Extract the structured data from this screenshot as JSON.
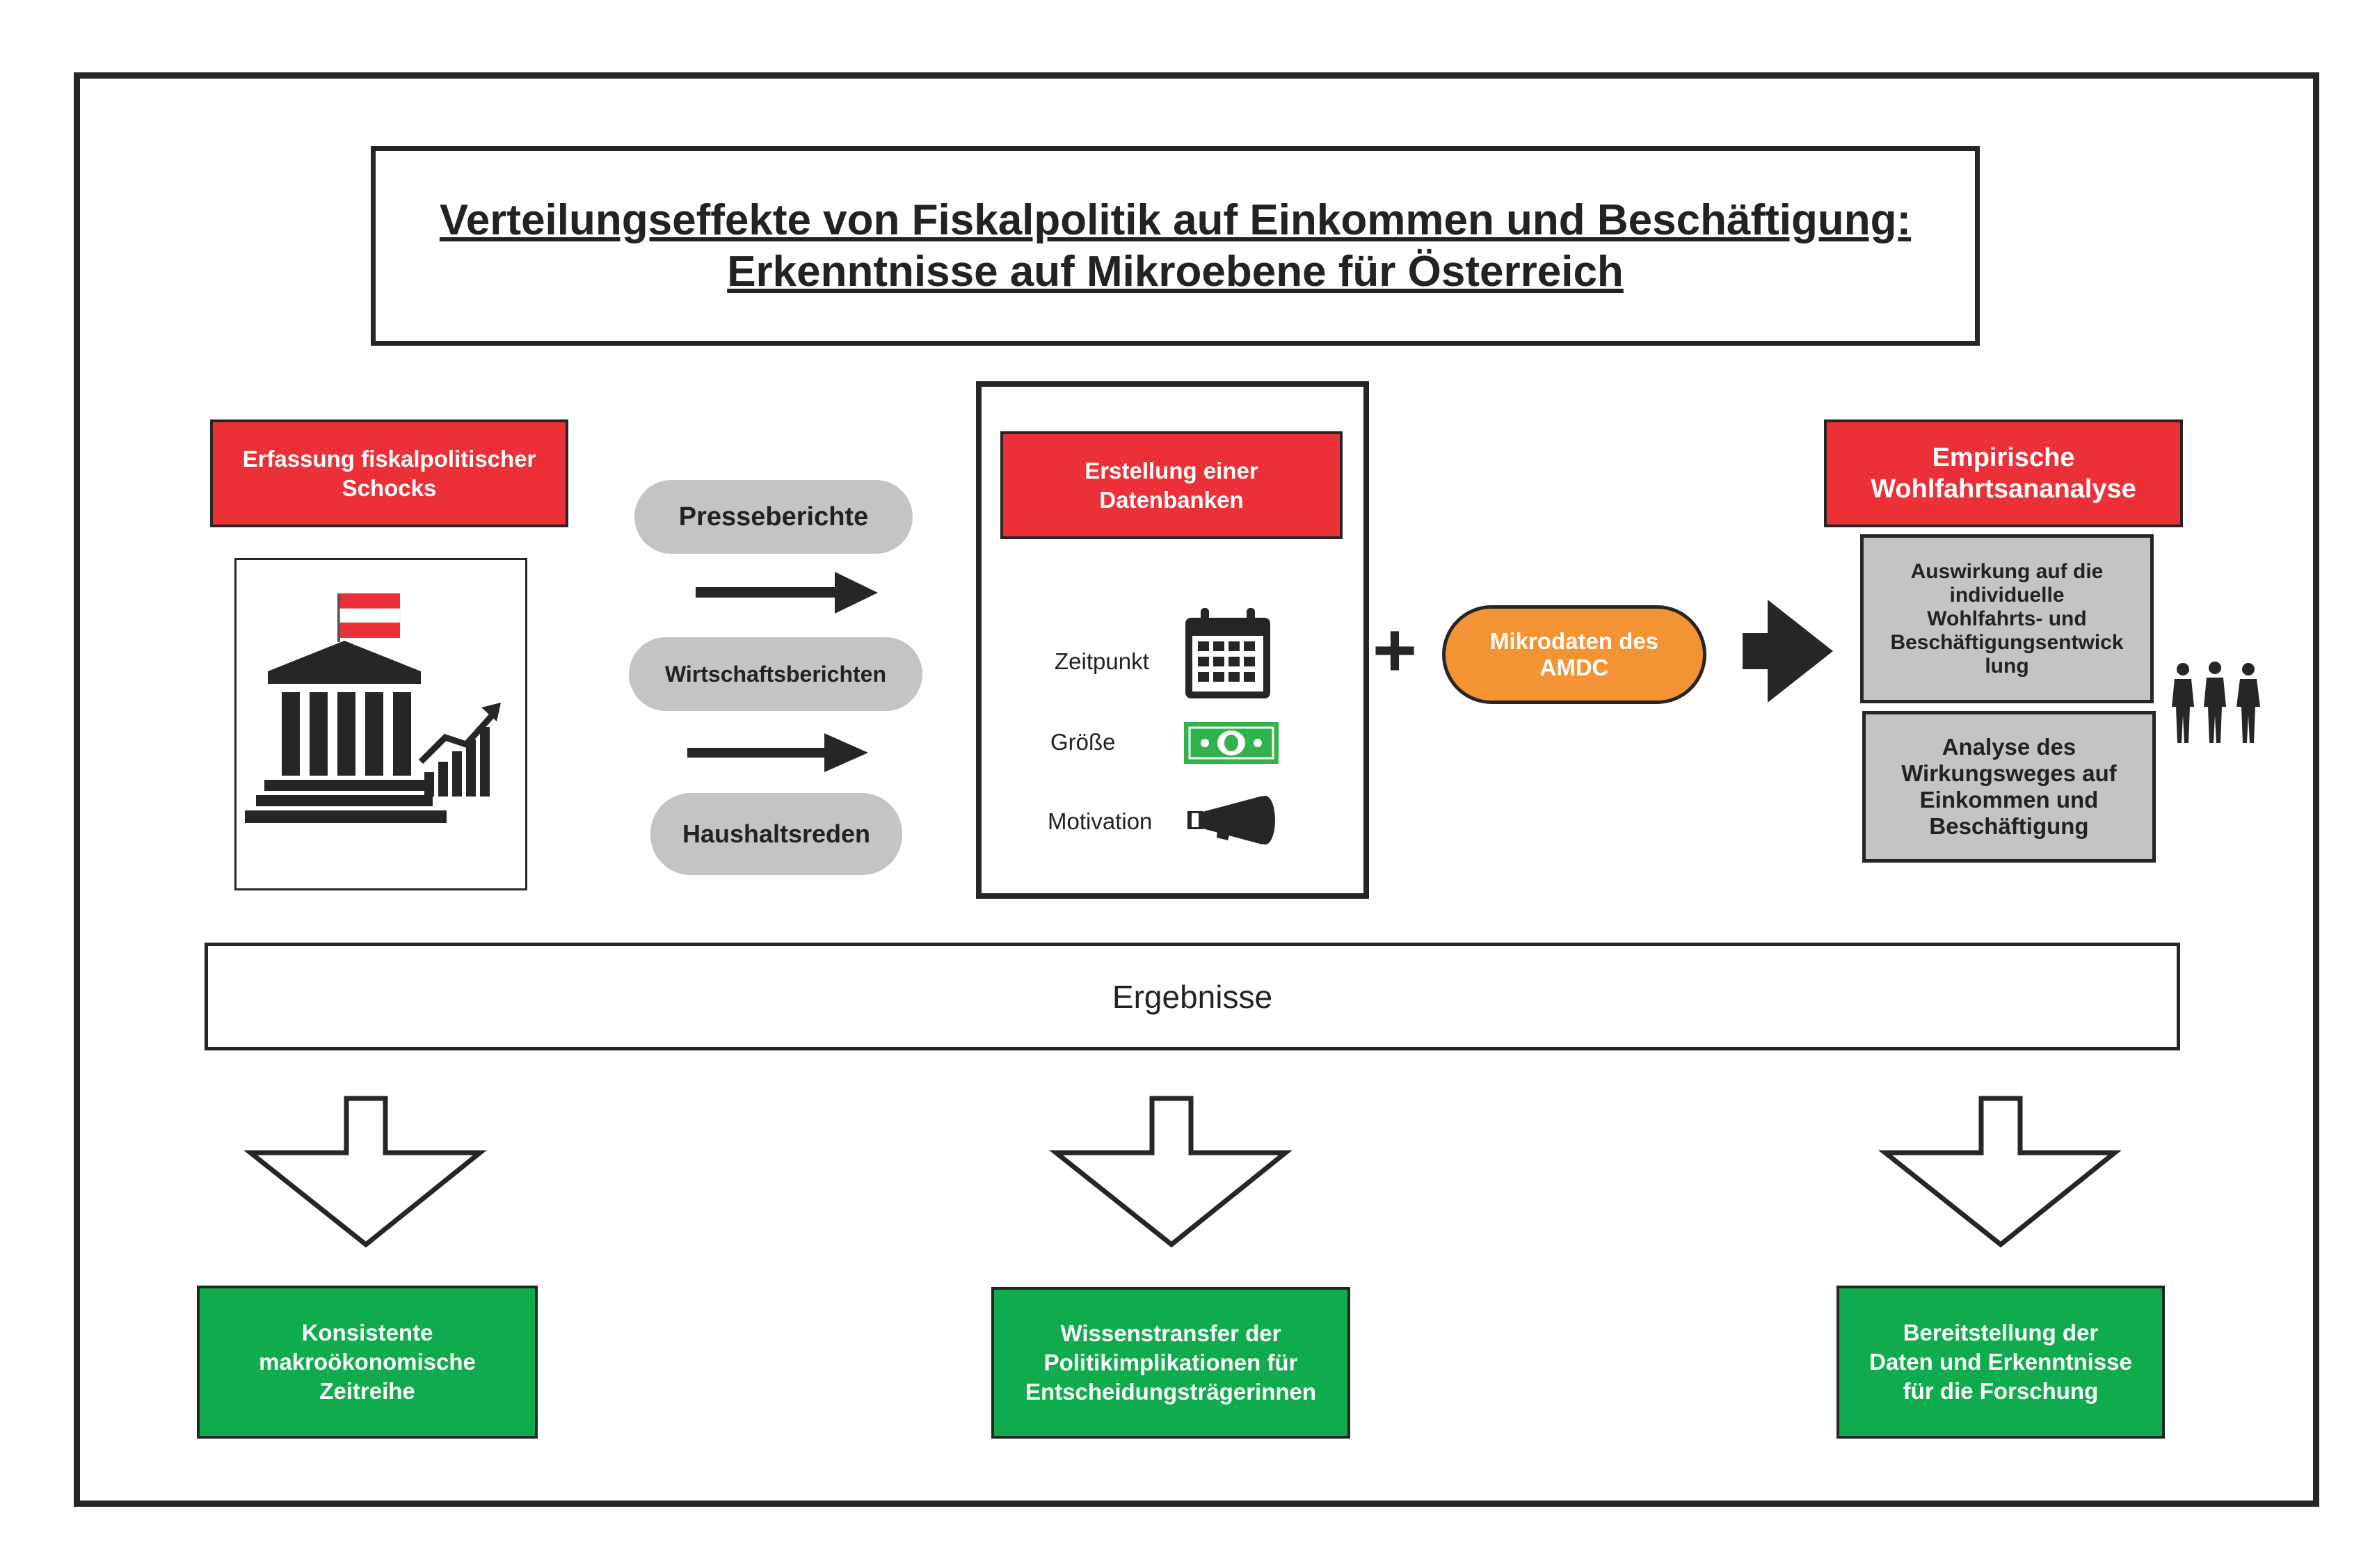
{
  "title": {
    "line1": "Verteilungseffekte von Fiskalpolitik auf Einkommen und Beschäftigung:",
    "line2": "Erkenntnisse auf Mikroebene für Österreich"
  },
  "left": {
    "header_line1": "Erfassung fiskalpolitischer",
    "header_line2": "Schocks"
  },
  "sources": [
    "Presseberichte",
    "Wirtschaftsberichten",
    "Haushaltsreden"
  ],
  "database": {
    "header_line1": "Erstellung einer",
    "header_line2": "Datenbanken",
    "items": [
      "Zeitpunkt",
      "Größe",
      "Motivation"
    ]
  },
  "plus": "+",
  "microdata": {
    "line1": "Mikrodaten des",
    "line2": "AMDC"
  },
  "empirical": {
    "header_line1": "Empirische",
    "header_line2": "Wohlfahrtsananalyse",
    "box1": [
      "Auswirkung auf die",
      "individuelle",
      "Wohlfahrts- und",
      "Beschäftigungsentwick",
      "lung"
    ],
    "box2": [
      "Analyse des",
      "Wirkungsweges auf",
      "Einkommen und",
      "Beschäftigung"
    ]
  },
  "results": "Ergebnisse",
  "outcomes": [
    [
      "Konsistente",
      "makroökonomische",
      "Zeitreihe"
    ],
    [
      "Wissenstransfer der",
      "Politikimplikationen für",
      "Entscheidungsträgerinnen"
    ],
    [
      "Bereitstellung der",
      "Daten und Erkenntnisse",
      "für die Forschung"
    ]
  ],
  "icons": [
    "austria-flag-icon",
    "government-building-icon",
    "rising-chart-icon",
    "calendar-icon",
    "money-bill-icon",
    "megaphone-icon",
    "people-icon"
  ],
  "colors": {
    "red": "#ec3038",
    "grey": "#c4c4c4",
    "orange": "#f39334",
    "green": "#10ab4c",
    "money_green": "#2fb34a",
    "dark": "#262626"
  }
}
